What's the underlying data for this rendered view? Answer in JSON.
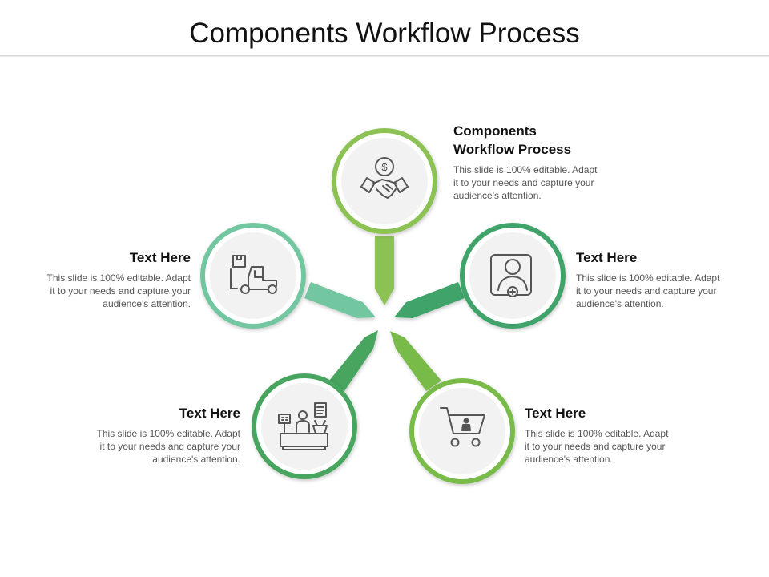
{
  "title": "Components Workflow Process",
  "colors": {
    "light_green": "#8cc152",
    "mint": "#72c7a0",
    "teal_green": "#3fa46a",
    "green": "#46a55f",
    "lime_green": "#79bb48",
    "circle_inner": "#f2f2f2",
    "icon_stroke": "#555555"
  },
  "steps": [
    {
      "heading_line1": "Components",
      "heading_line2": "Workflow Process",
      "body_line1": "This slide is 100% editable. Adapt",
      "body_line2": "it to your needs and capture your",
      "body_line3": "audience's attention.",
      "icon": "handshake-dollar-icon"
    },
    {
      "heading": "Text Here",
      "body_line1": "This slide is 100% editable. Adapt",
      "body_line2": "it to your needs and capture your",
      "body_line3": "audience's attention.",
      "icon": "user-profile-icon"
    },
    {
      "heading": "Text Here",
      "body_line1": "This slide is 100% editable. Adapt",
      "body_line2": "it to your needs and capture your",
      "body_line3": "audience's attention.",
      "icon": "shopping-cart-icon"
    },
    {
      "heading": "Text Here",
      "body_line1": "This slide is 100% editable. Adapt",
      "body_line2": "it to your needs and capture your",
      "body_line3": "audience's attention.",
      "icon": "cashier-counter-icon"
    },
    {
      "heading": "Text Here",
      "body_line1": "This slide is 100% editable. Adapt",
      "body_line2": "it to your needs and capture your",
      "body_line3": "audience's attention.",
      "icon": "forklift-icon"
    }
  ]
}
